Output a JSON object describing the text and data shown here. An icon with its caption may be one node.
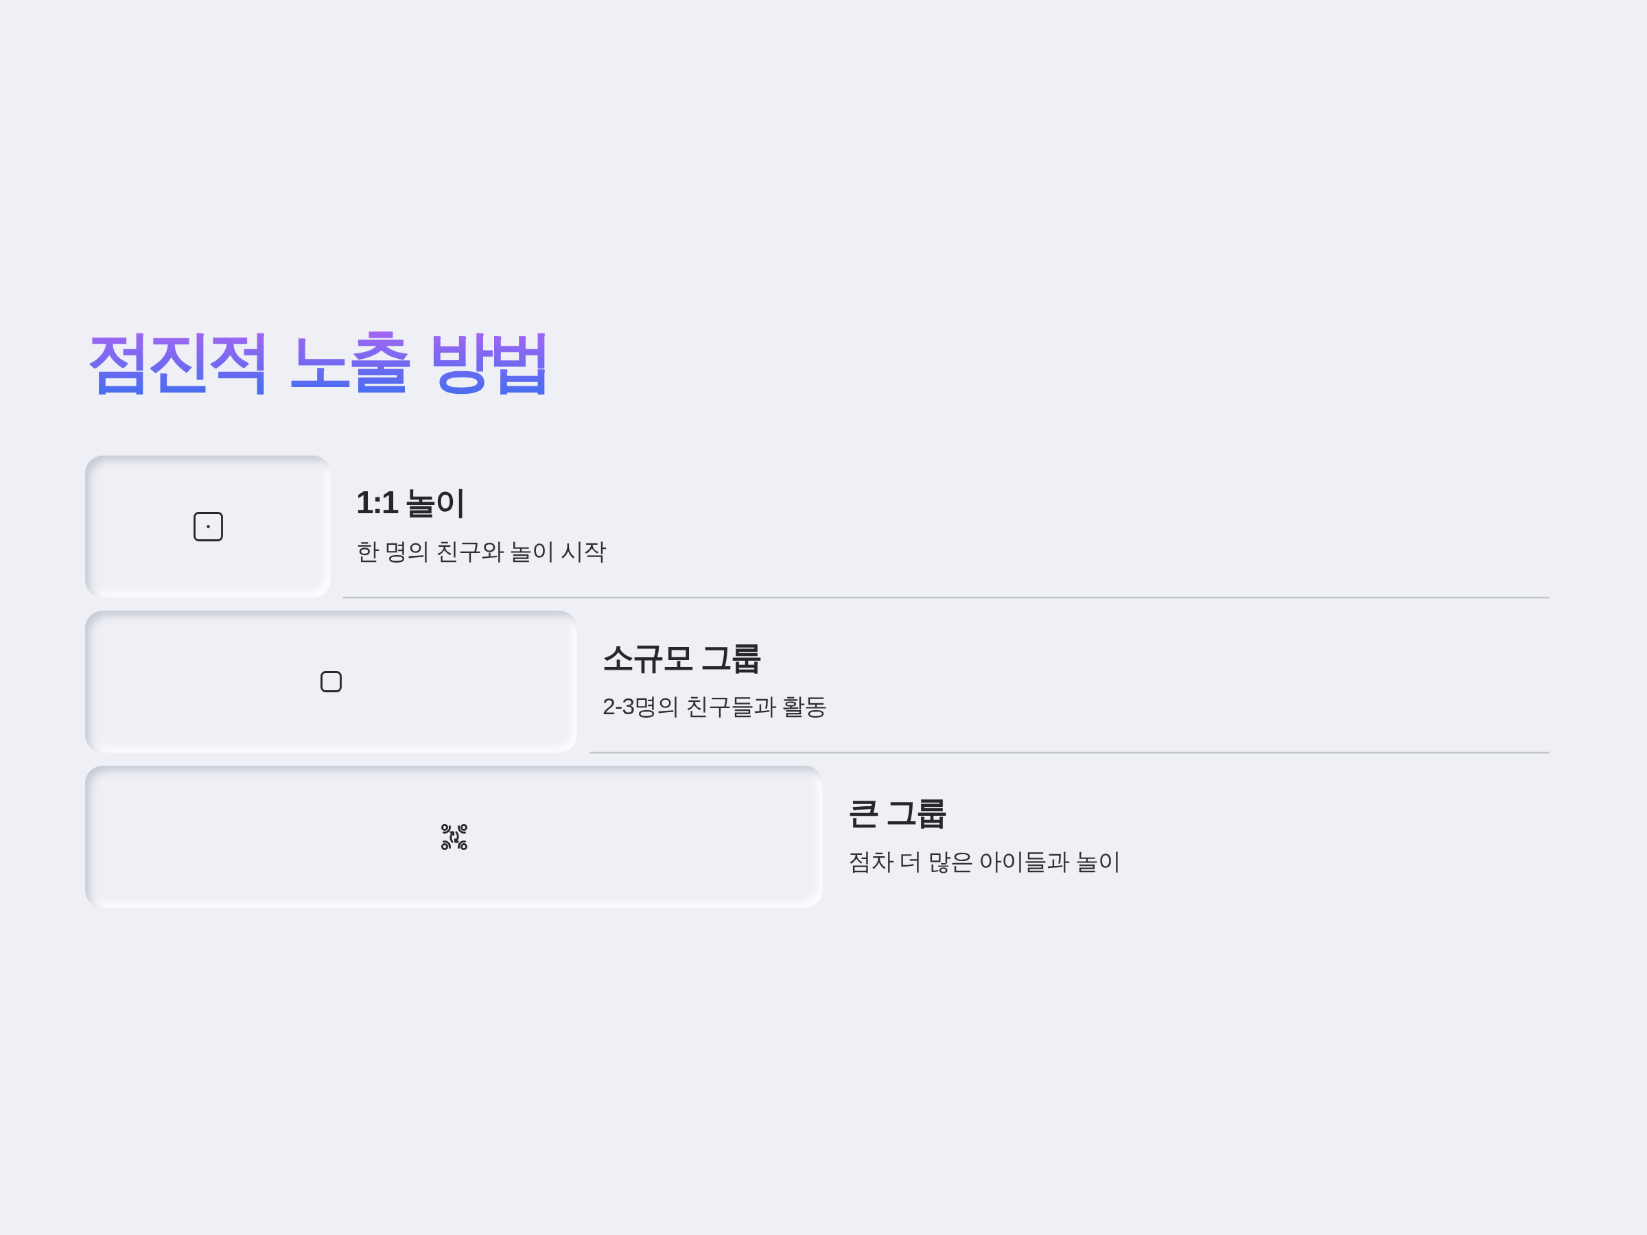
{
  "diagram": {
    "title": "점진적 노출 방법",
    "nodes": [
      {
        "text": [],
        "shape": "box",
        "beside": [
          "1:1 놀이",
          "한 명의 친구와 놀이 시작"
        ]
      },
      {
        "text": [],
        "shape": "box",
        "beside": [
          "소규모 그룹",
          "2-3명의 친구들과 활동"
        ]
      },
      {
        "text": [],
        "shape": "box",
        "beside": [
          "큰 그룹",
          "점차 더 많은 아이들과 놀이"
        ]
      }
    ],
    "edges": []
  }
}
